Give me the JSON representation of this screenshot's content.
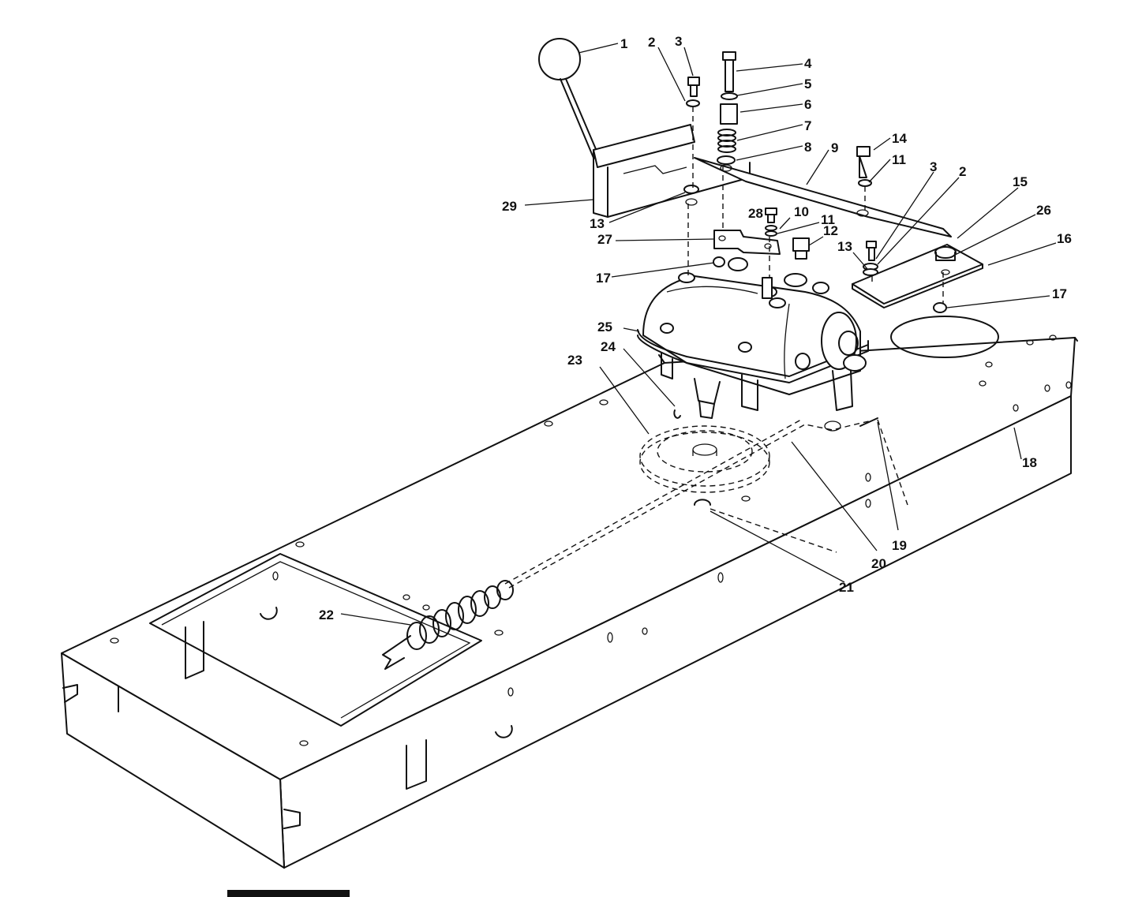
{
  "callouts": [
    {
      "id": "c1",
      "label": "1"
    },
    {
      "id": "c2a",
      "label": "2"
    },
    {
      "id": "c3a",
      "label": "3"
    },
    {
      "id": "c4",
      "label": "4"
    },
    {
      "id": "c5",
      "label": "5"
    },
    {
      "id": "c6",
      "label": "6"
    },
    {
      "id": "c7",
      "label": "7"
    },
    {
      "id": "c8",
      "label": "8"
    },
    {
      "id": "c9",
      "label": "9"
    },
    {
      "id": "c14",
      "label": "14"
    },
    {
      "id": "c11a",
      "label": "11"
    },
    {
      "id": "c3b",
      "label": "3"
    },
    {
      "id": "c2b",
      "label": "2"
    },
    {
      "id": "c15",
      "label": "15"
    },
    {
      "id": "c26",
      "label": "26"
    },
    {
      "id": "c16",
      "label": "16"
    },
    {
      "id": "c29",
      "label": "29"
    },
    {
      "id": "c13a",
      "label": "13"
    },
    {
      "id": "c28",
      "label": "28"
    },
    {
      "id": "c10",
      "label": "10"
    },
    {
      "id": "c11b",
      "label": "11"
    },
    {
      "id": "c12",
      "label": "12"
    },
    {
      "id": "c13b",
      "label": "13"
    },
    {
      "id": "c27",
      "label": "27"
    },
    {
      "id": "c17a",
      "label": "17"
    },
    {
      "id": "c17b",
      "label": "17"
    },
    {
      "id": "c25",
      "label": "25"
    },
    {
      "id": "c24",
      "label": "24"
    },
    {
      "id": "c23",
      "label": "23"
    },
    {
      "id": "c18",
      "label": "18"
    },
    {
      "id": "c19",
      "label": "19"
    },
    {
      "id": "c20",
      "label": "20"
    },
    {
      "id": "c21",
      "label": "21"
    },
    {
      "id": "c22",
      "label": "22"
    }
  ]
}
